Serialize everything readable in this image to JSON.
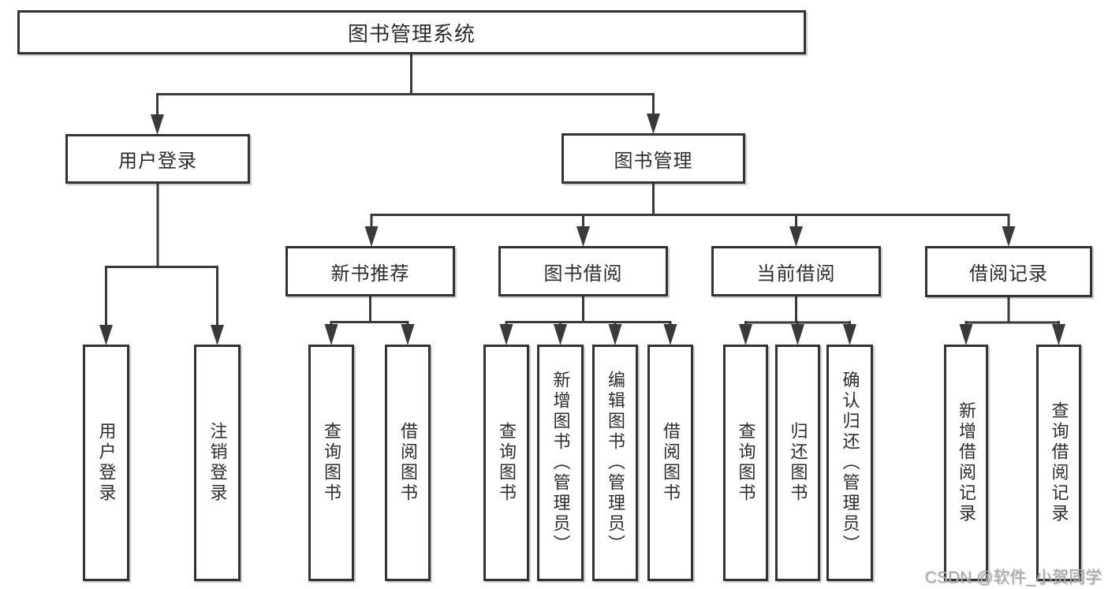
{
  "nodes": {
    "root": {
      "label": "图书管理系统"
    },
    "user_login": {
      "label": "用户登录"
    },
    "book_mgmt": {
      "label": "图书管理"
    },
    "new_book_rec": {
      "label": "新书推荐"
    },
    "book_borrow": {
      "label": "图书借阅"
    },
    "current_borrow": {
      "label": "当前借阅"
    },
    "borrow_records": {
      "label": "借阅记录"
    },
    "leaf_user_login": {
      "label": "用户登录"
    },
    "leaf_logout": {
      "label": "注销登录"
    },
    "leaf_query_book_1": {
      "label": "查询图书"
    },
    "leaf_borrow_book_1": {
      "label": "借阅图书"
    },
    "leaf_query_book_2": {
      "label": "查询图书"
    },
    "leaf_add_book": {
      "label": "新增图书（管理员）"
    },
    "leaf_edit_book": {
      "label": "编辑图书（管理员）"
    },
    "leaf_borrow_book_2": {
      "label": "借阅图书"
    },
    "leaf_query_book_3": {
      "label": "查询图书"
    },
    "leaf_return_book": {
      "label": "归还图书"
    },
    "leaf_confirm_return": {
      "label": "确认归还（管理员）"
    },
    "leaf_add_record": {
      "label": "新增借阅记录"
    },
    "leaf_query_record": {
      "label": "查询借阅记录"
    }
  },
  "watermark": "CSDN @软件_小贺同学",
  "colors": {
    "line": "#3a3a3a",
    "border": "#333333",
    "text": "#2d2d2d",
    "watermark_text": "#a9a9a9",
    "background": "#ffffff"
  }
}
